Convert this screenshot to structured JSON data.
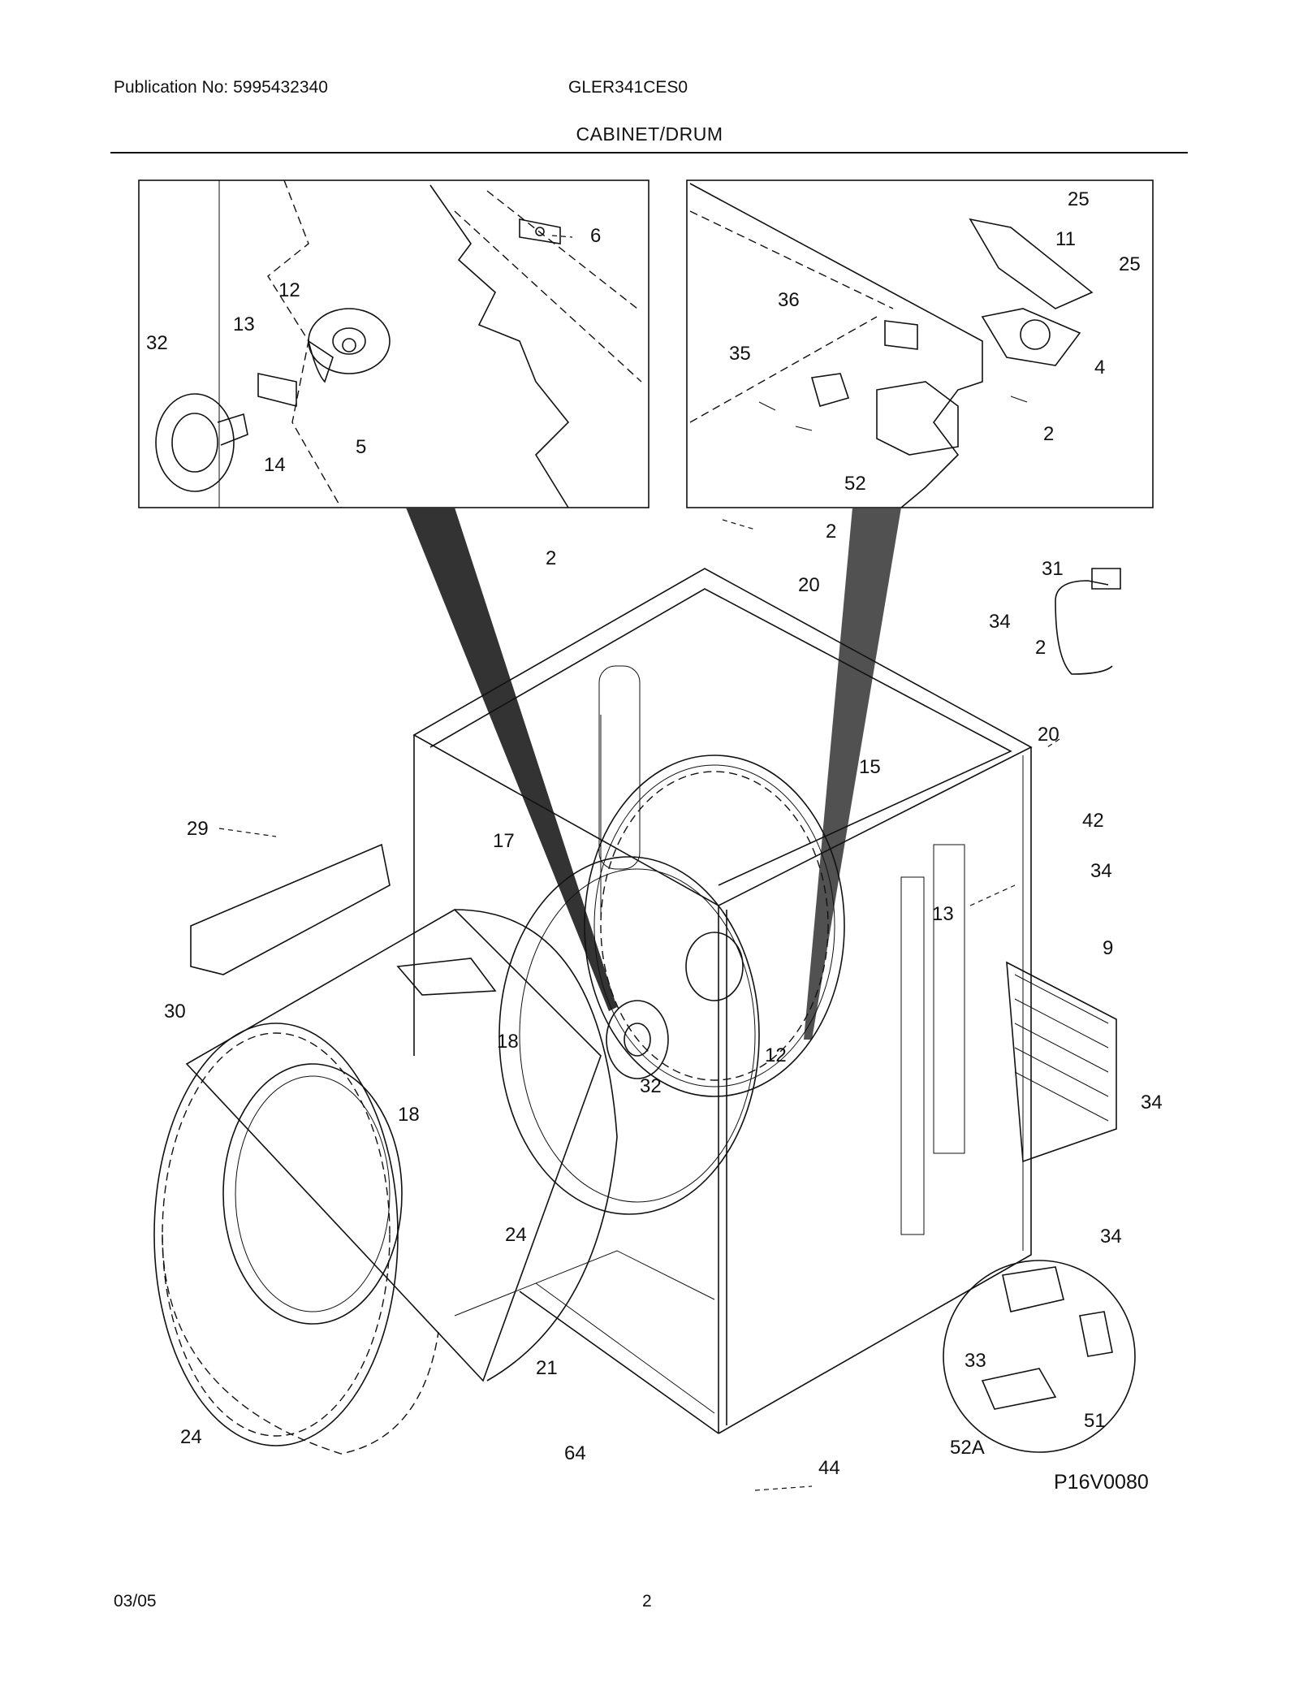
{
  "header": {
    "publication": "Publication No: 5995432340",
    "model": "GLER341CES0",
    "section_title": "CABINET/DRUM"
  },
  "diagram": {
    "figure_code": "P16V0080",
    "callouts": [
      "25",
      "11",
      "25",
      "4",
      "36",
      "35",
      "2",
      "52",
      "6",
      "12",
      "13",
      "32",
      "14",
      "5",
      "2",
      "2",
      "20",
      "31",
      "34",
      "2",
      "20",
      "15",
      "42",
      "29",
      "17",
      "13",
      "34",
      "9",
      "30",
      "18",
      "12",
      "32",
      "34",
      "18",
      "24",
      "34",
      "21",
      "33",
      "51",
      "24",
      "64",
      "44",
      "52A"
    ]
  },
  "footer": {
    "date": "03/05",
    "page": "2"
  }
}
